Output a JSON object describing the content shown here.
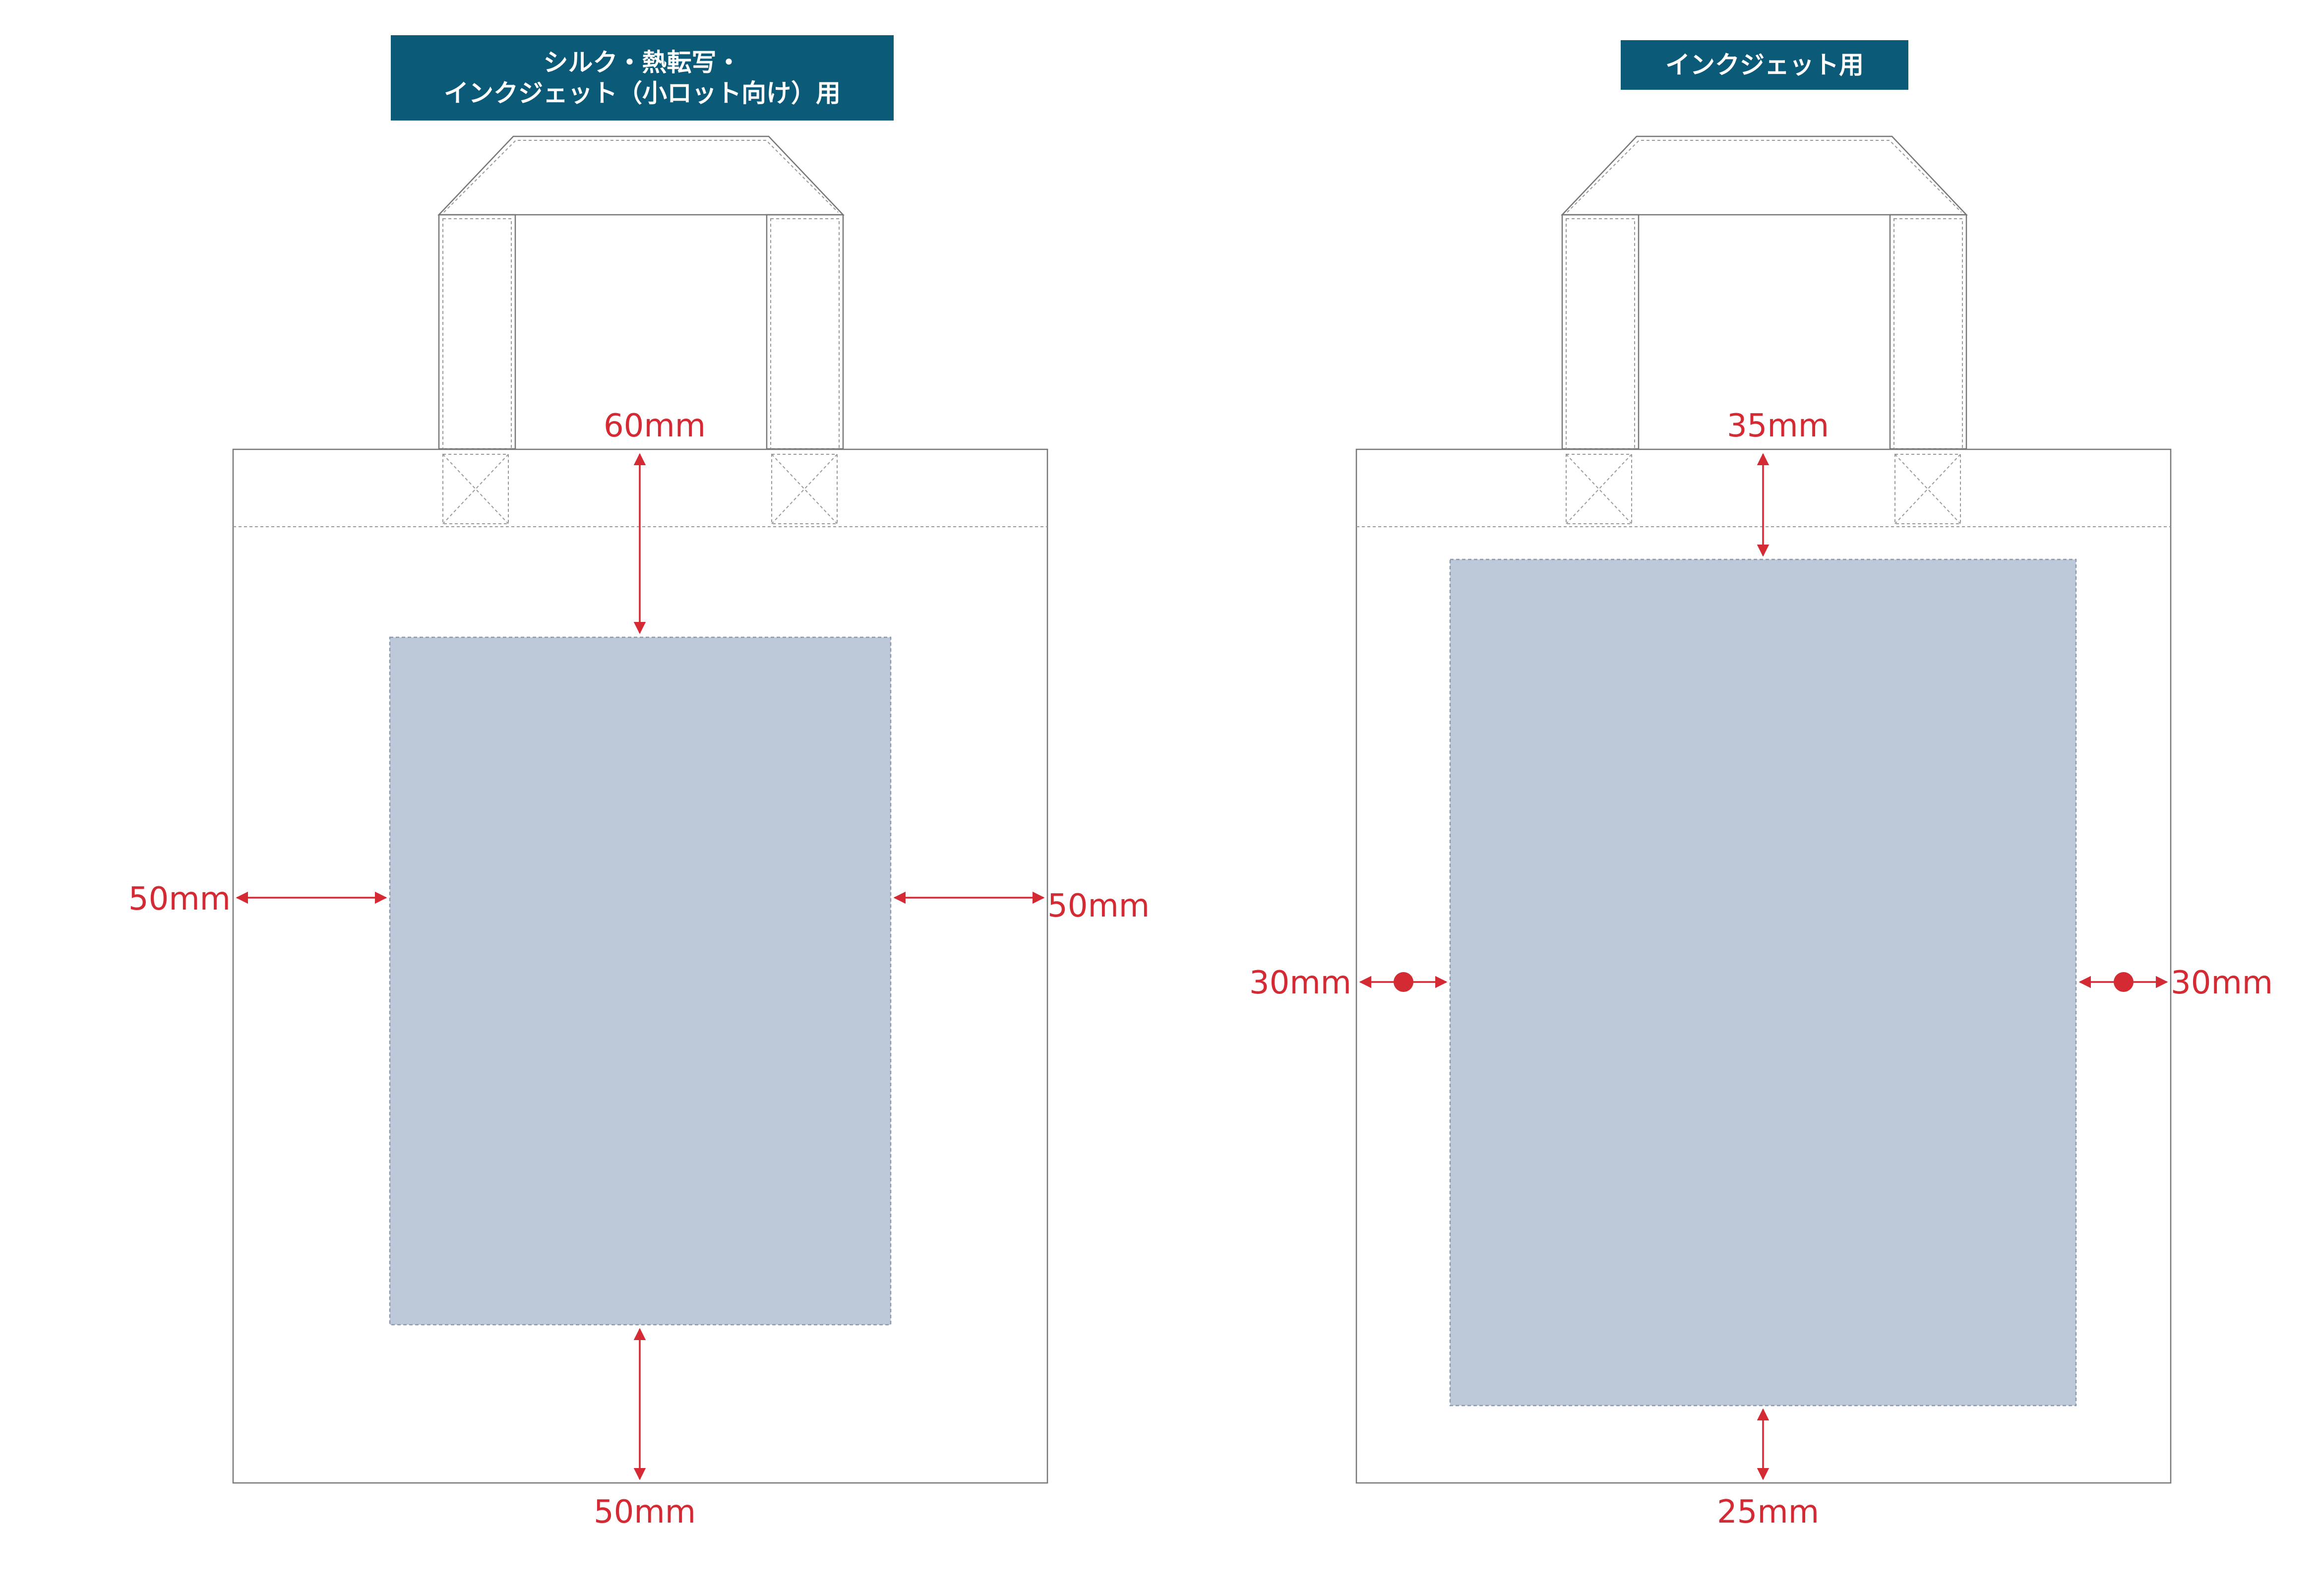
{
  "panels": {
    "left": {
      "title_line1": "シルク・熱転写・",
      "title_line2": "インクジェット（小ロット向け）用",
      "top_margin": "60mm",
      "left_margin": "50mm",
      "right_margin": "50mm",
      "bottom_margin": "50mm"
    },
    "right": {
      "title": "インクジェット用",
      "top_margin": "35mm",
      "left_margin": "30mm",
      "right_margin": "30mm",
      "bottom_margin": "25mm"
    }
  },
  "colors": {
    "header_bg": "#0b5a78",
    "print_area": "#bdc9d9",
    "dimension": "#d42a33",
    "outline": "#777777"
  }
}
